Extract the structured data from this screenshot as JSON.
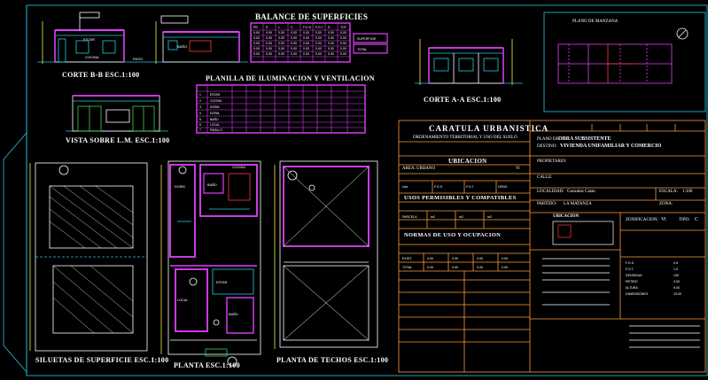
{
  "colors": {
    "background": "#000000",
    "frame": "#27c7e0",
    "title_block": "#ff9a3c",
    "walls": "#e040fb",
    "dimension": "#f5e94a",
    "vegetation": "#3bd24a",
    "text": "#ffffff"
  },
  "titles": {
    "corte_bb": "CORTE B-B   ESC.1:100",
    "balance": "BALANCE DE SUPERFICIES",
    "iluminacion": "PLANILLA DE ILUMINACION Y VENTILACION",
    "vista": "VISTA SOBRE L.M.   ESC.1:100",
    "corte_aa": "CORTE A-A   ESC.1:100",
    "siluetas": "SILUETAS DE SUPERFICIE   ESC.1:100",
    "planta": "PLANTA   ESC.1:100",
    "techos": "PLANTA DE TECHOS   ESC.1:100",
    "plano_manzana": "PLANO DE MANZANA"
  },
  "caratula": {
    "title": "CARATULA URBANISTICA",
    "ordenamiento": "ORDENAMIENTO TERRITORIAL Y USO DEL SUELO",
    "ubicacion_header": "UBICACION",
    "usos_header": "USOS PERMISIBLES Y COMPATIBLES",
    "normas_header": "NORMAS DE USO Y OCUPACION",
    "area_label": "AREA:",
    "area_value": "URBANO",
    "zona_value": "Vi"
  },
  "project": {
    "tipo_label": "PLANO DE:",
    "tipo_value": "OBRA SUBSISTENTE",
    "destino_label": "DESTINO:",
    "destino_value": "VIVIENDA UNIFAMILIAR Y COMERCIO",
    "propietario_label": "PROPIETARIO:",
    "calle_label": "CALLE:",
    "localidad_label": "LOCALIDAD:",
    "localidad_value": "Gonzalez Catan",
    "escala_label": "ESCALA:",
    "escala_value": "1:100",
    "partido_label": "PARTIDO:",
    "partido_value": "LA MATANZA",
    "zona_label": "ZONA:",
    "ubicacion_label": "UBICACION",
    "zonificacion_label": "ZONIFICACION:",
    "zonificacion_value": "Vi",
    "tipo_label2": "TIPO:",
    "tipo_value2": "C"
  }
}
